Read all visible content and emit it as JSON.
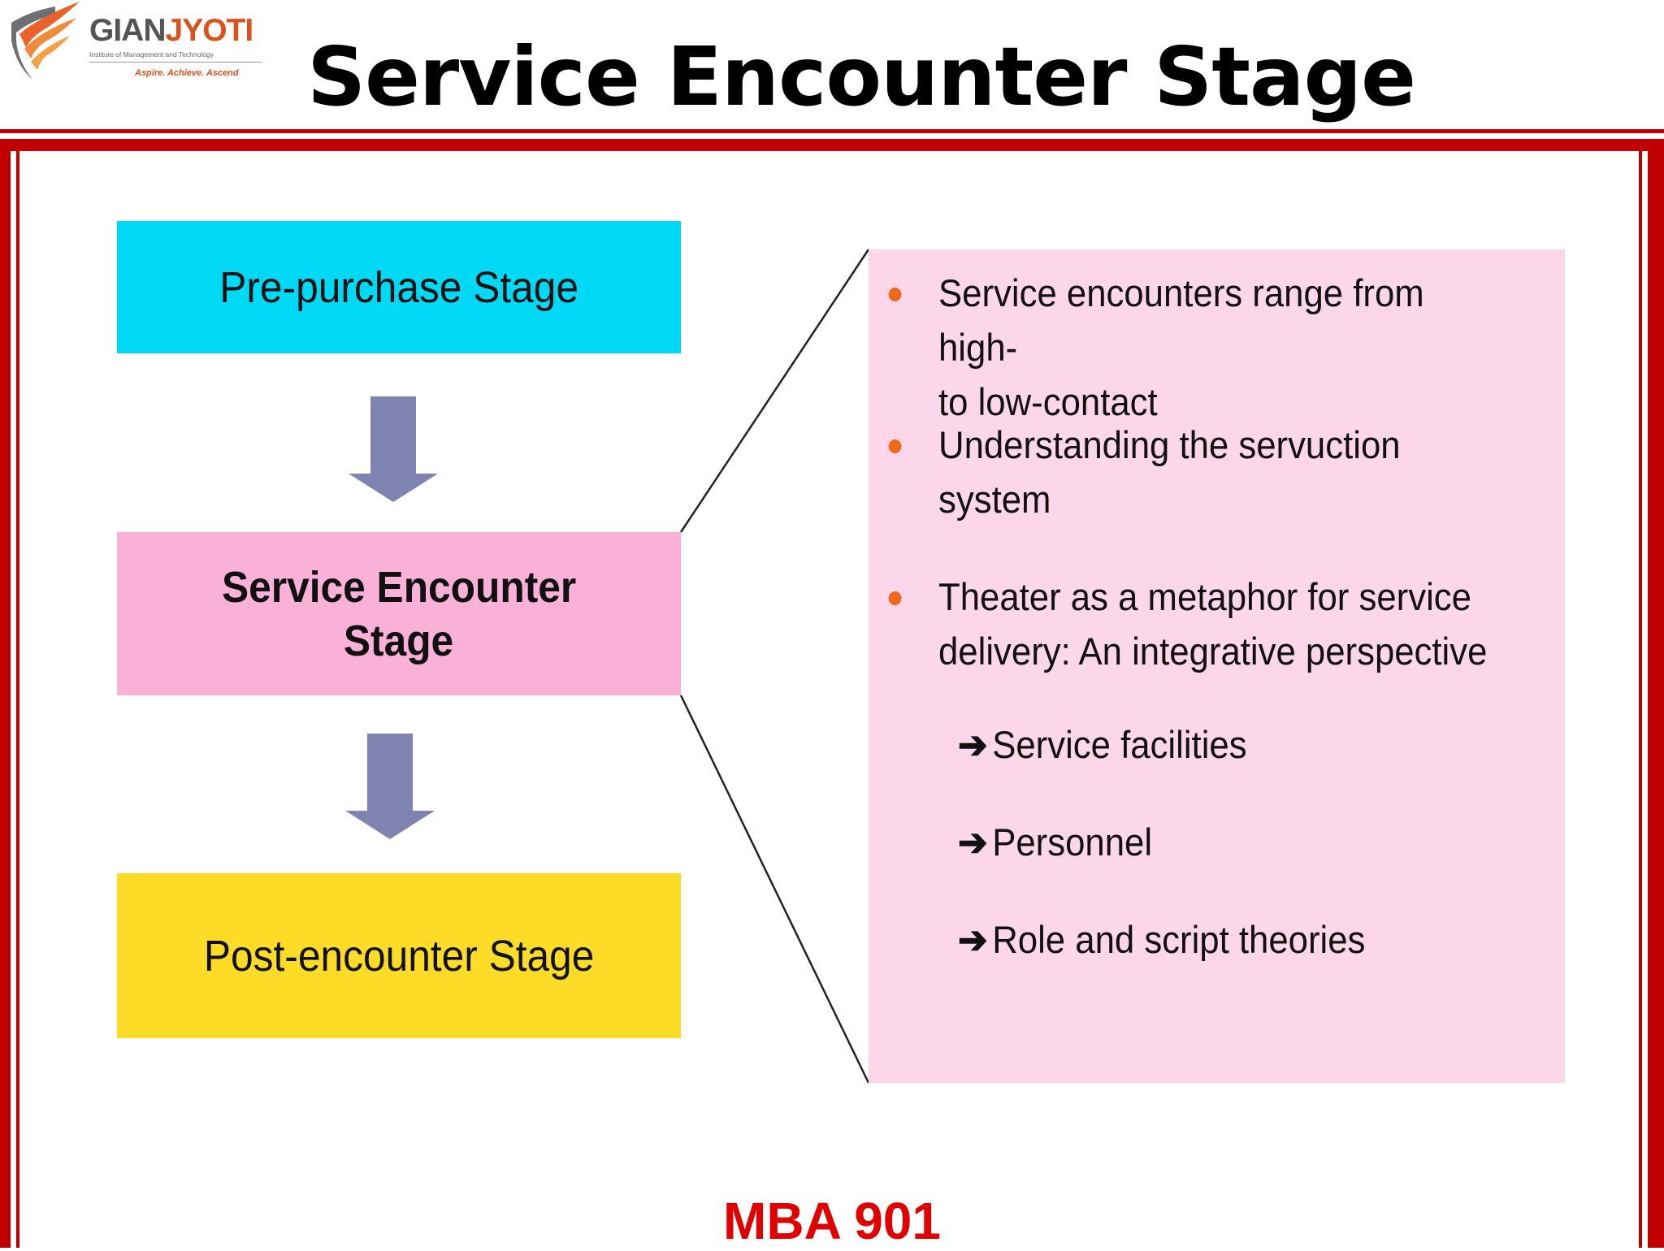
{
  "logo": {
    "name_part1": "GIAN",
    "name_part2": "JYOTI",
    "subtitle": "Institute of Management and Technology",
    "tagline": "Aspire. Achieve. Ascend"
  },
  "title": "Service Encounter Stage",
  "diagram": {
    "stages": [
      {
        "label": "Pre-purchase Stage",
        "color": "#00d9f6"
      },
      {
        "label_line1": "Service Encounter",
        "label_line2": "Stage",
        "color": "#f9b1d8"
      },
      {
        "label": "Post-encounter Stage",
        "color": "#fddc27"
      }
    ],
    "arrow_color": "#7f83b0",
    "panel_color": "#fcd7ea",
    "bullets": [
      {
        "line1": "Service encounters range from high-",
        "line2": "to low-contact"
      },
      {
        "line1": "Understanding the servuction",
        "line2": "system"
      },
      {
        "line1": "Theater as a metaphor for service",
        "line2": "delivery: An integrative perspective"
      }
    ],
    "sub_items": [
      "Service facilities",
      "Personnel",
      "Role and script theories"
    ]
  },
  "footer": "MBA 901",
  "colors": {
    "accent_red": "#c00000",
    "bullet_orange": "#ee6a1a",
    "footer_red": "#e00000"
  }
}
